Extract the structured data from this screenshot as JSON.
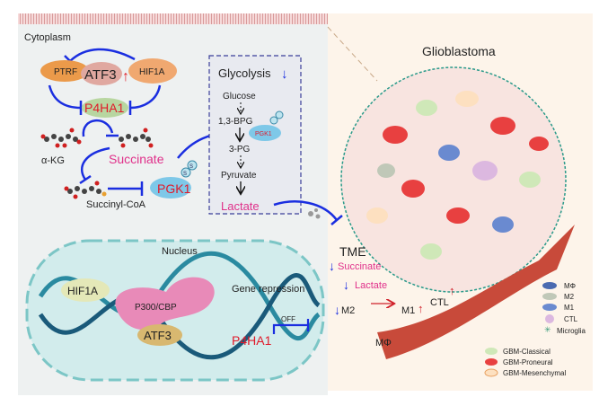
{
  "colors": {
    "inhibit": "#1a2ee0",
    "up_arrow": "#e0202a",
    "metabolite": "#e0308a",
    "p4ha1": "#e01a2a",
    "membrane": "#e8a9a9",
    "nucleus_border": "#7cc6c6"
  },
  "cytoplasm": {
    "label": "Cytoplasm",
    "ptrf": "PTRF",
    "atf3": "ATF3",
    "hif1a": "HIF1A",
    "p4ha1": "P4HA1",
    "akg": "α-KG",
    "succinate": "Succinate",
    "succinyl_coa": "Succinyl-CoA",
    "pgk1": "PGK1",
    "s": "S"
  },
  "glycolysis": {
    "title": "Glycolysis",
    "steps": [
      "Glucose",
      "1,3-BPG",
      "3-PG",
      "Pyruvate",
      "Lactate"
    ],
    "pgk1": "PGK1"
  },
  "nucleus": {
    "label": "Nucleus",
    "hif1a": "HIF1A",
    "p300": "P300/CBP",
    "atf3": "ATF3",
    "gene_repression": "Gene repression",
    "off": "OFF",
    "p4ha1": "P4HA1"
  },
  "tme": {
    "title": "Glioblastoma",
    "label": "TME",
    "succinate": "Succinate",
    "lactate": "Lactate",
    "m2": "M2",
    "m1": "M1",
    "ctl": "CTL",
    "macrophage": "MΦ"
  },
  "legend": {
    "items": [
      "MΦ",
      "M2",
      "M1",
      "CTL",
      "Microglia"
    ],
    "subtypes": [
      "GBM-Classical",
      "GBM-Proneural",
      "GBM-Mesenchymal"
    ]
  }
}
